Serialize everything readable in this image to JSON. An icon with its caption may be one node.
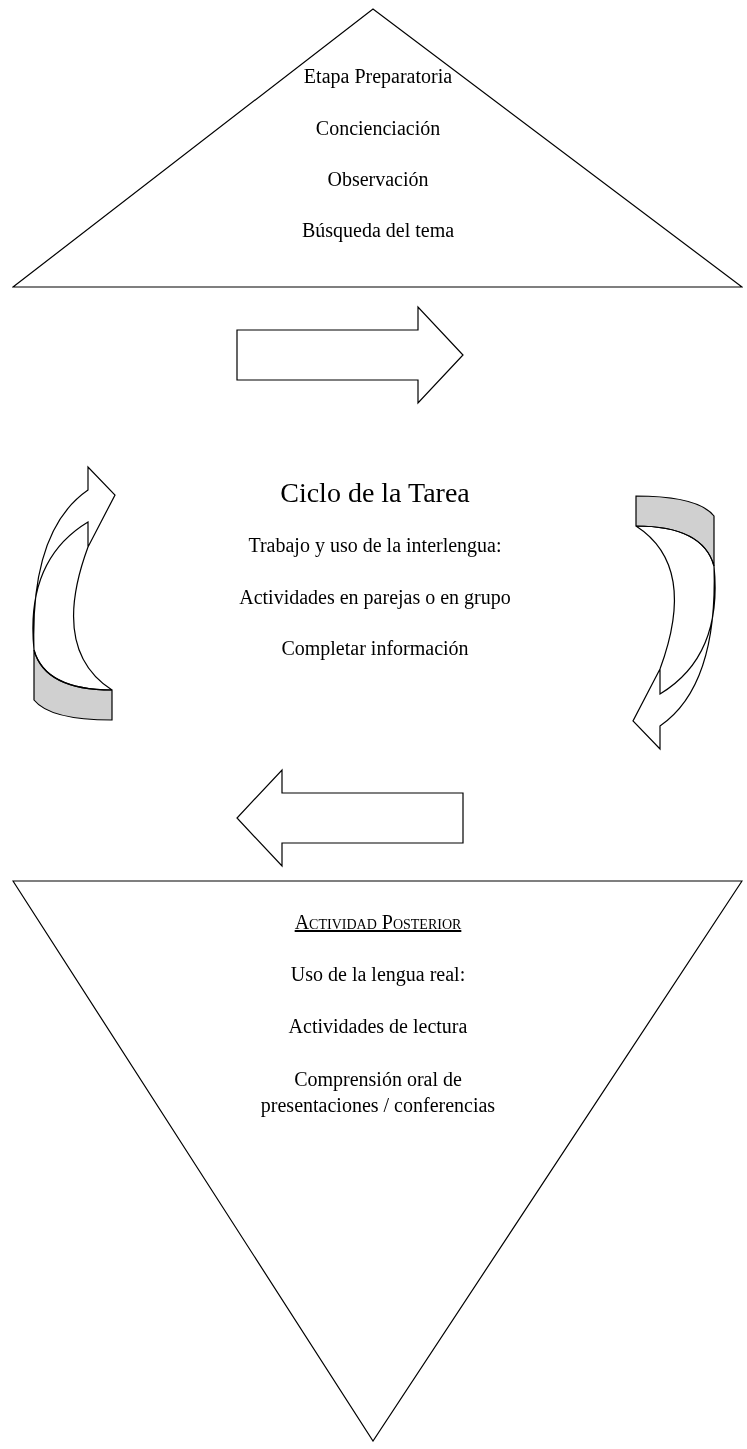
{
  "diagram": {
    "nodes": [
      {
        "text": [
          "Etapa Preparatoria",
          "Concienciación",
          "Observación",
          "Búsqueda del tema"
        ]
      },
      {
        "text": [
          "Ciclo de la Tarea",
          "Trabajo y uso de la interlengua:",
          "Actividades en parejas o en grupo",
          "Completar información"
        ]
      },
      {
        "text": [
          "Actividad Posterior",
          "Uso de la lengua real:",
          "Actividades de lectura",
          "Comprensión oral de presentaciones / conferencias"
        ]
      }
    ]
  }
}
